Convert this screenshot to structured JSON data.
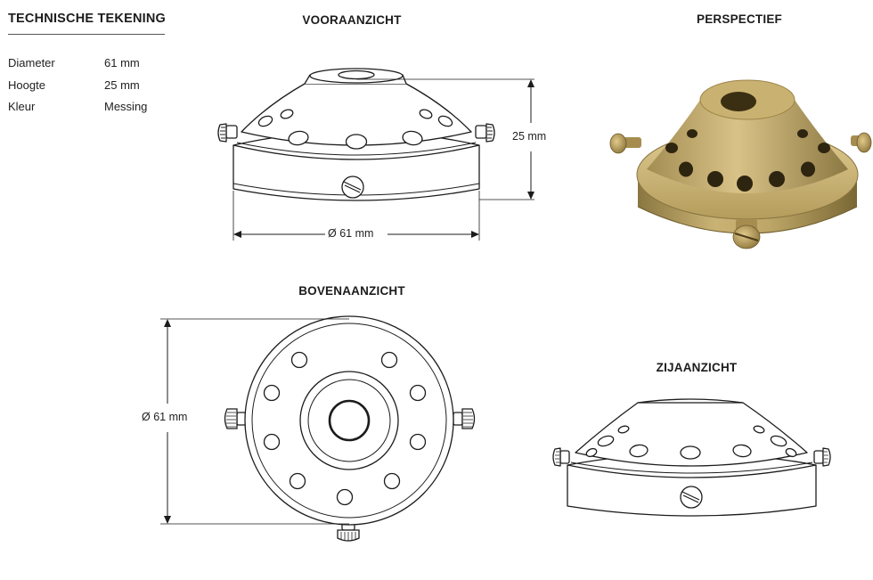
{
  "specs": {
    "title": "TECHNISCHE TEKENING",
    "rows": [
      {
        "label": "Diameter",
        "value": "61 mm"
      },
      {
        "label": "Hoogte",
        "value": "25 mm"
      },
      {
        "label": "Kleur",
        "value": "Messing"
      }
    ]
  },
  "views": {
    "front": {
      "title": "VOORAANZICHT",
      "height_dim": "25 mm",
      "width_dim": "Ø 61 mm"
    },
    "perspective": {
      "title": "PERSPECTIEF"
    },
    "top": {
      "title": "BOVENAANZICHT",
      "diameter_dim": "Ø 61 mm"
    },
    "side": {
      "title": "ZIJAANZICHT"
    }
  },
  "colors": {
    "line": "#1c1c1c",
    "brass_light": "#d6bf84",
    "brass_mid": "#b8a062",
    "brass_dark": "#7d6a37",
    "background": "#ffffff"
  }
}
